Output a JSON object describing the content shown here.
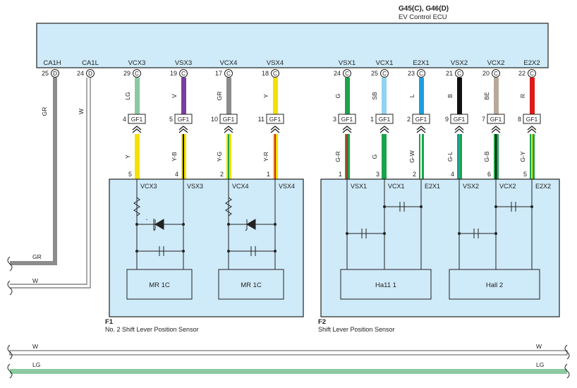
{
  "ecu": {
    "connectors": "G45(C), G46(D)",
    "name": "EV Control ECU",
    "pins": [
      {
        "pin": "25",
        "conn": "D",
        "signal": "CA1H",
        "color": "GR"
      },
      {
        "pin": "24",
        "conn": "D",
        "signal": "CA1L",
        "color": "W"
      },
      {
        "pin": "29",
        "conn": "C",
        "signal": "VCX3",
        "color": "LG"
      },
      {
        "pin": "19",
        "conn": "C",
        "signal": "VSX3",
        "color": "V"
      },
      {
        "pin": "17",
        "conn": "C",
        "signal": "VCX4",
        "color": "GR"
      },
      {
        "pin": "18",
        "conn": "C",
        "signal": "VSX4",
        "color": "Y"
      },
      {
        "pin": "24",
        "conn": "C",
        "signal": "VSX1",
        "color": "G"
      },
      {
        "pin": "25",
        "conn": "C",
        "signal": "VCX1",
        "color": "SB"
      },
      {
        "pin": "23",
        "conn": "C",
        "signal": "E2X1",
        "color": "L"
      },
      {
        "pin": "21",
        "conn": "C",
        "signal": "VSX2",
        "color": "B"
      },
      {
        "pin": "20",
        "conn": "C",
        "signal": "VCX2",
        "color": "BE"
      },
      {
        "pin": "22",
        "conn": "C",
        "signal": "E2X2",
        "color": "R"
      }
    ]
  },
  "junction": {
    "label": "GF1",
    "pins": [
      {
        "in": "4",
        "out": "5",
        "color": "Y"
      },
      {
        "in": "5",
        "out": "4",
        "color": "Y-B"
      },
      {
        "in": "10",
        "out": "2",
        "color": "Y-G"
      },
      {
        "in": "11",
        "out": "1",
        "color": "Y-R"
      },
      {
        "in": "3",
        "out": "1",
        "color": "G-R"
      },
      {
        "in": "1",
        "out": "3",
        "color": "G"
      },
      {
        "in": "2",
        "out": "2",
        "color": "G-W"
      },
      {
        "in": "9",
        "out": "4",
        "color": "G-L"
      },
      {
        "in": "7",
        "out": "6",
        "color": "G-B"
      },
      {
        "in": "8",
        "out": "5",
        "color": "G-Y"
      }
    ]
  },
  "sensor1": {
    "id": "F1",
    "name": "No.  2 Shift Lever Position Sensor",
    "terminals": [
      "VCX3",
      "VSX3",
      "VCX4",
      "VSX4"
    ],
    "blocks": [
      "MR 1C",
      "MR 1C"
    ]
  },
  "sensor2": {
    "id": "F2",
    "name": "Shift Lever Position Sensor",
    "terminals": [
      "VSX1",
      "VCX1",
      "E2X1",
      "VSX2",
      "VCX2",
      "E2X2"
    ],
    "blocks": [
      "Ha11 1",
      "Hall 2"
    ]
  },
  "left_wires": [
    {
      "label": "GR",
      "color": "#8c8c8c"
    },
    {
      "label": "W",
      "color": "#ffffff"
    }
  ],
  "bottom_wires": [
    {
      "label_left": "W",
      "label_right": "W",
      "color": "#ffffff"
    },
    {
      "label_left": "LG",
      "label_right": "LG",
      "color": "#8cc9a0"
    }
  ],
  "colors": {
    "panel": "#cfeaf8",
    "GR": "#8c8c8c",
    "W": "#ffffff",
    "LG": "#8cc9a0",
    "V": "#7a3ea0",
    "Y": "#f5e000",
    "G": "#1aa34a",
    "SB": "#8fd3f0",
    "L": "#1a9ee0",
    "B": "#111111",
    "BE": "#b7a89a",
    "R": "#e01818"
  }
}
